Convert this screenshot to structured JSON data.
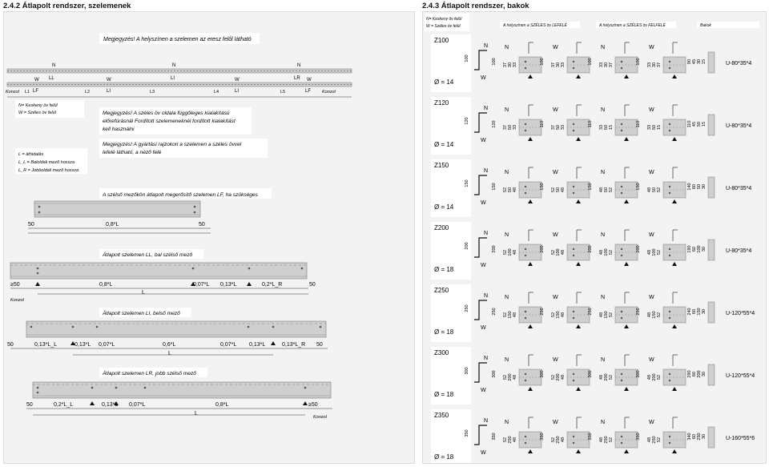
{
  "left": {
    "title": "2.4.2 Átlapolt rendszer, szelemenek",
    "note_top": "Megjegyzés! A helyszínen a szelemen az eresz felől látható",
    "row_n_labels": [
      "N",
      "N",
      "N"
    ],
    "row_n_spans": [
      "LL",
      "LI",
      "LR"
    ],
    "row_w_labels": [
      "W",
      "W",
      "W",
      "W"
    ],
    "row_w_spans": [
      "LF",
      "LI",
      "LI",
      "LF"
    ],
    "spans": [
      "Konzol",
      "L1",
      "L2",
      "L3",
      "L4",
      "L5",
      "Konzol"
    ],
    "legend_nw": [
      "N= Keskeny öv felül",
      "W = Széles öv felül"
    ],
    "note_2": [
      "Megjegyzés! A széles öv oldala függőleges kialakítású",
      "előrefúrásnál Fordított szelemeneknél fordított kialakítást",
      "kell használni"
    ],
    "legend_l": [
      "L = áthidalás",
      "L_L = Baloldali mező hossza",
      "L_R = Jobboldali mező hossza"
    ],
    "note_3": [
      "Megjegyzés! A gyártási rajzokon a szelemen a széles övvel",
      "lefelé látható, a néző felé"
    ],
    "caption_lf": "A szélső mezőkön átlapolt megerősítő szelemen LF, ha szükséges",
    "dims_lf": [
      "50",
      "0,8*L",
      "50"
    ],
    "caption_ll": "Átlapolt szelemen LL, bal szélső mező",
    "dims_ll": [
      "≥50",
      "0,8*L",
      "0,07*L",
      "0,13*L",
      "0,2*L_R",
      "50"
    ],
    "ll_total": "L",
    "ll_konzol": "Konzol",
    "caption_li": "Átlapolt szelemen LI, belső mező",
    "dims_li": [
      "50",
      "0,13*L_L",
      "0,13*L",
      "0,07*L",
      "0,6*L",
      "0,07*L",
      "0,13*L",
      "0,13*L_R",
      "50"
    ],
    "li_total": "L",
    "caption_lr": "Átlapolt szelemen LR, jobb szélső mező",
    "dims_lr": [
      "50",
      "0,2*L_L",
      "0,13*L",
      "0,07*L",
      "0,8*L",
      "≥50"
    ],
    "lr_total": "L",
    "lr_konzol": "Konzol"
  },
  "right": {
    "title": "2.4.3 Átlapolt rendszer, bakok",
    "legend": [
      "N= Keskeny öv felül",
      "W = Széles öv felül"
    ],
    "col_headers": [
      "A helyszínen a SZÉLES öv LEFELÉ",
      "A helyszínen a SZÉLES öv FELFELÉ",
      "Bakok"
    ],
    "profiles": [
      {
        "name": "Z100",
        "dia": "Ø = 14",
        "h": "100",
        "d": [
          "37",
          "30",
          "33"
        ],
        "d2": [
          "33",
          "30",
          "37"
        ],
        "bak": [
          "90",
          "45",
          "30",
          "15"
        ],
        "bak_label": "U-80*35*4"
      },
      {
        "name": "Z120",
        "dia": "Ø = 14",
        "h": "120",
        "d": [
          "37",
          "50",
          "33"
        ],
        "d2": [
          "33",
          "50",
          "15"
        ],
        "h2": "110",
        "bak": [
          "110",
          "45",
          "50",
          "15"
        ],
        "bak_label": "U-80*35*4"
      },
      {
        "name": "Z150",
        "dia": "Ø = 14",
        "h": "150",
        "d": [
          "52",
          "50",
          "48"
        ],
        "d2": [
          "48",
          "50",
          "52"
        ],
        "bak": [
          "140",
          "60",
          "50",
          "30"
        ],
        "bak_label": "U-80*35*4"
      },
      {
        "name": "Z200",
        "dia": "Ø = 18",
        "h": "200",
        "d": [
          "52",
          "100",
          "48"
        ],
        "d2": [
          "48",
          "100",
          "52"
        ],
        "bak": [
          "190",
          "60",
          "100",
          "30"
        ],
        "bak_label": "U-80*35*4"
      },
      {
        "name": "Z250",
        "dia": "Ø = 18",
        "h": "250",
        "d": [
          "52",
          "150",
          "48"
        ],
        "d2": [
          "48",
          "150",
          "52"
        ],
        "bak": [
          "240",
          "60",
          "150",
          "30"
        ],
        "bak_label": "U-120*55*4"
      },
      {
        "name": "Z300",
        "dia": "Ø = 18",
        "h": "300",
        "d": [
          "52",
          "200",
          "48"
        ],
        "d2": [
          "48",
          "200",
          "52"
        ],
        "bak": [
          "290",
          "60",
          "200",
          "30"
        ],
        "bak_label": "U-120*55*4"
      },
      {
        "name": "Z350",
        "dia": "Ø = 18",
        "h": "350",
        "d": [
          "52",
          "250",
          "48"
        ],
        "d2": [
          "48",
          "250",
          "52"
        ],
        "bak": [
          "340",
          "60",
          "250",
          "30"
        ],
        "bak_label": "U-160*55*6"
      }
    ],
    "n_label": "N",
    "w_label": "W"
  }
}
